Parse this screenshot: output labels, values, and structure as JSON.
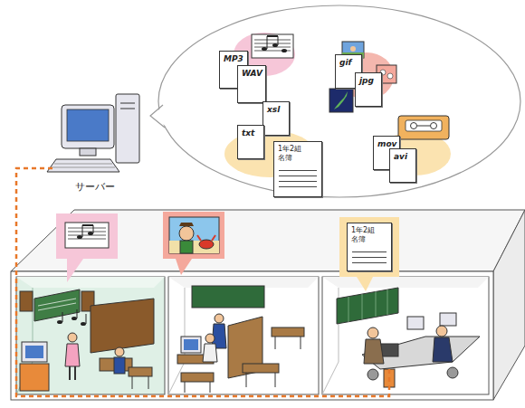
{
  "diagram": {
    "nodes": [
      {
        "text": [
          "サーバー"
        ]
      },
      {
        "text": [
          "MP3"
        ]
      },
      {
        "text": [
          "WAV"
        ]
      },
      {
        "text": [
          "gif"
        ]
      },
      {
        "text": [
          "jpg"
        ]
      },
      {
        "text": [
          "xsl"
        ]
      },
      {
        "text": [
          "txt"
        ]
      },
      {
        "text": [
          "1年2組 名簿"
        ]
      },
      {
        "text": [
          "mov"
        ]
      },
      {
        "text": [
          "avi"
        ]
      },
      {
        "text": [
          "1年2組 名簿"
        ]
      }
    ]
  }
}
